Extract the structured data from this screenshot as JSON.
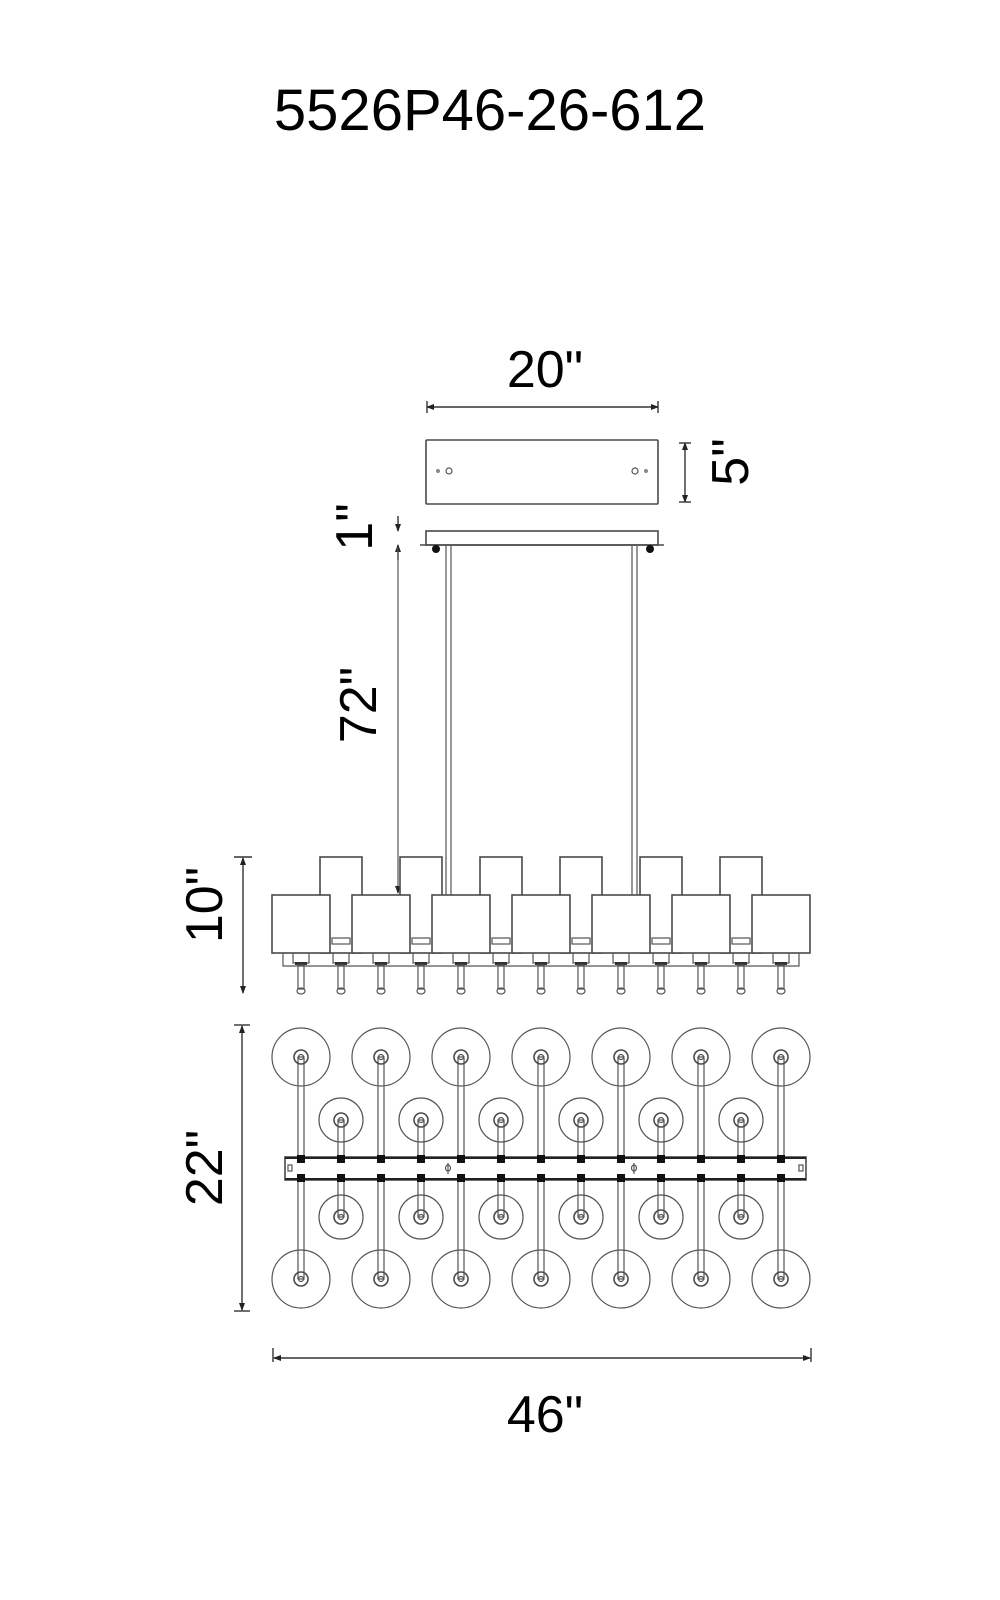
{
  "title": "5526P46-26-612",
  "units": "inches",
  "dimensions": {
    "canopy_width": "20\"",
    "canopy_depth": "5\"",
    "canopy_height": "1\"",
    "rod_length": "72\"",
    "fixture_height": "10\"",
    "fixture_depth": "22\"",
    "fixture_width": "46\""
  },
  "views": {
    "canopy_top": "canopy-plan-view",
    "side": "side-elevation-view",
    "top": "plan-view"
  },
  "fixture": {
    "front_shade_count": 7,
    "back_shade_count": 6,
    "socket_count": 13,
    "large_disc_rows": 2,
    "large_discs_per_row": 7,
    "small_disc_rows": 2,
    "small_discs_per_row": 6
  }
}
